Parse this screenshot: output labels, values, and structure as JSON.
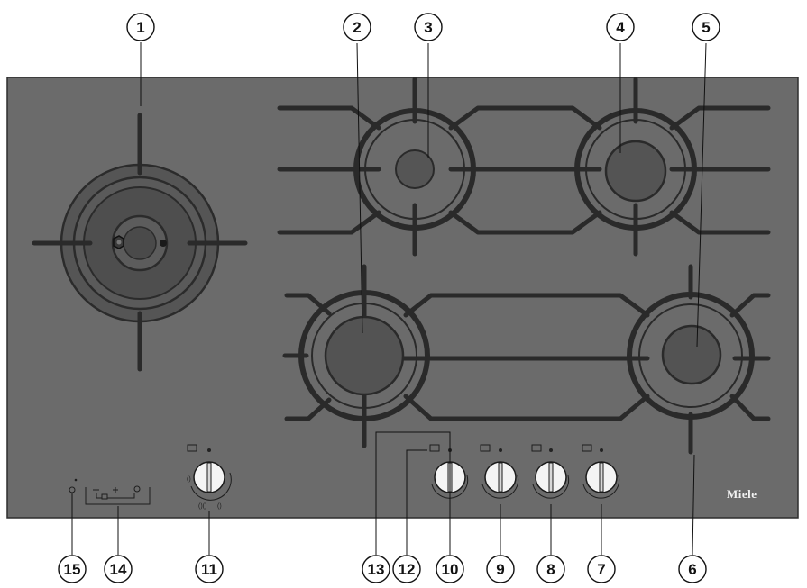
{
  "brand": "Miele",
  "callouts": {
    "c1": "1",
    "c2": "2",
    "c3": "3",
    "c4": "4",
    "c5": "5",
    "c6": "6",
    "c7": "7",
    "c8": "8",
    "c9": "9",
    "c10": "10",
    "c11": "11",
    "c12": "12",
    "c13": "13",
    "c14": "14",
    "c15": "15"
  },
  "colors": {
    "glass": "#6b6b6b",
    "grate": "#3a3a3a",
    "grate_dark": "#2a2a2a",
    "burner_cap": "#545454",
    "knob": "#f4f4f4",
    "callout_stroke": "#111111"
  }
}
